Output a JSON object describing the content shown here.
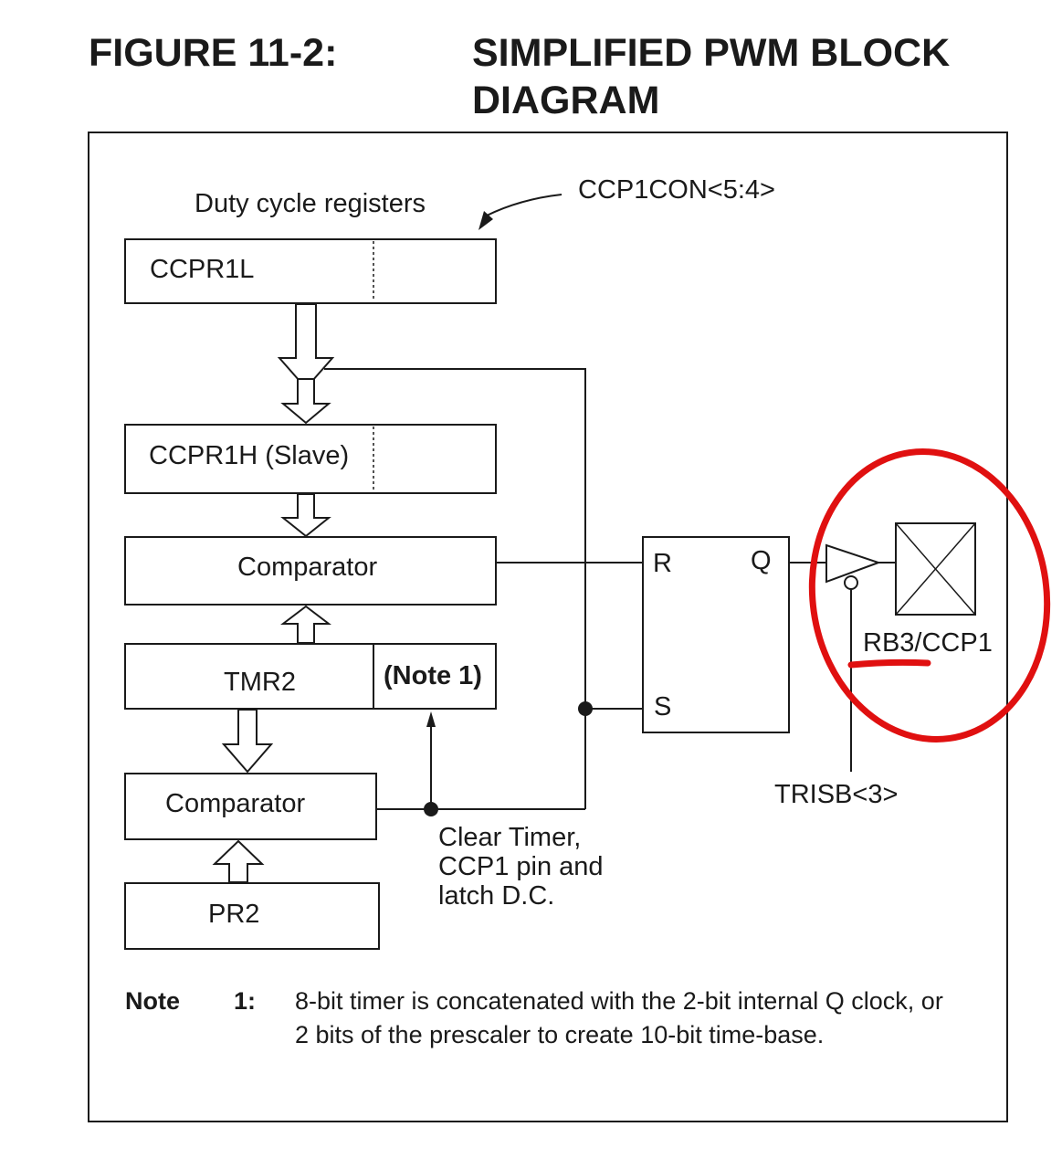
{
  "figure": {
    "number": "FIGURE 11-2:",
    "title": "SIMPLIFIED PWM BLOCK DIAGRAM"
  },
  "labels": {
    "duty_cycle": "Duty cycle registers",
    "ccp1con": "CCP1CON<5:4>",
    "clear_timer_lines": [
      "Clear Timer,",
      "CCP1 pin and",
      "latch D.C."
    ],
    "trisb": "TRISB<3>",
    "pin": "RB3/CCP1"
  },
  "blocks": {
    "ccpr1l": "CCPR1L",
    "ccpr1h": "CCPR1H (Slave)",
    "comparator_top": "Comparator",
    "tmr2": "TMR2",
    "note_ref": "(Note 1)",
    "comparator_bottom": "Comparator",
    "pr2": "PR2"
  },
  "latch": {
    "r": "R",
    "q": "Q",
    "s": "S"
  },
  "note": {
    "label": "Note",
    "number": "1:",
    "text": "8-bit timer is concatenated with the 2-bit internal Q clock, or 2 bits of the prescaler to create 10-bit time-base."
  },
  "colors": {
    "highlight": "#e01010",
    "ink": "#1a1a1a"
  }
}
